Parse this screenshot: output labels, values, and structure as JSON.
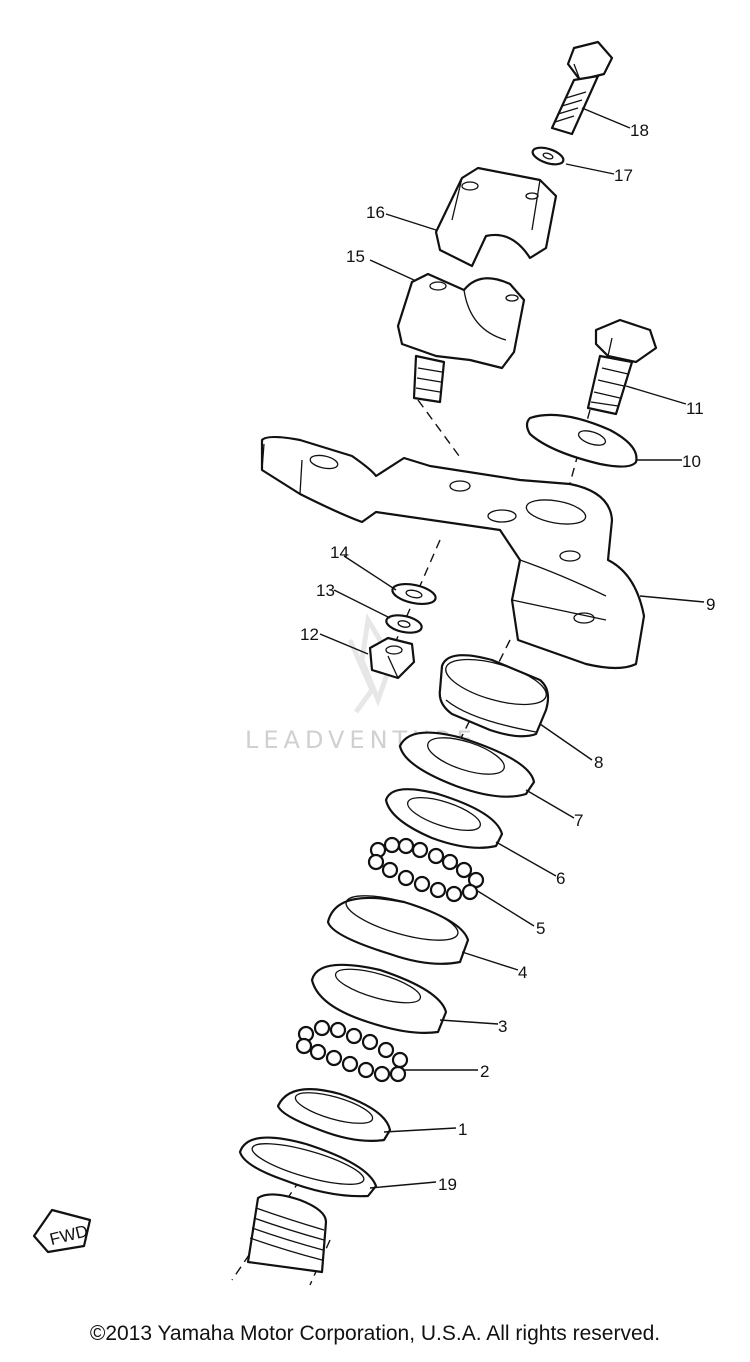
{
  "diagram": {
    "callouts": [
      "1",
      "2",
      "3",
      "4",
      "5",
      "6",
      "7",
      "8",
      "9",
      "10",
      "11",
      "12",
      "13",
      "14",
      "15",
      "16",
      "17",
      "18",
      "19"
    ],
    "direction_marker": "FWD"
  },
  "watermark": {
    "text": "LEADVENTURE"
  },
  "footer": {
    "copyright": "©2013 Yamaha Motor Corporation, U.S.A. All rights reserved."
  },
  "colors": {
    "ink": "#111111",
    "background": "#ffffff",
    "watermark": "#d0d0d0"
  }
}
